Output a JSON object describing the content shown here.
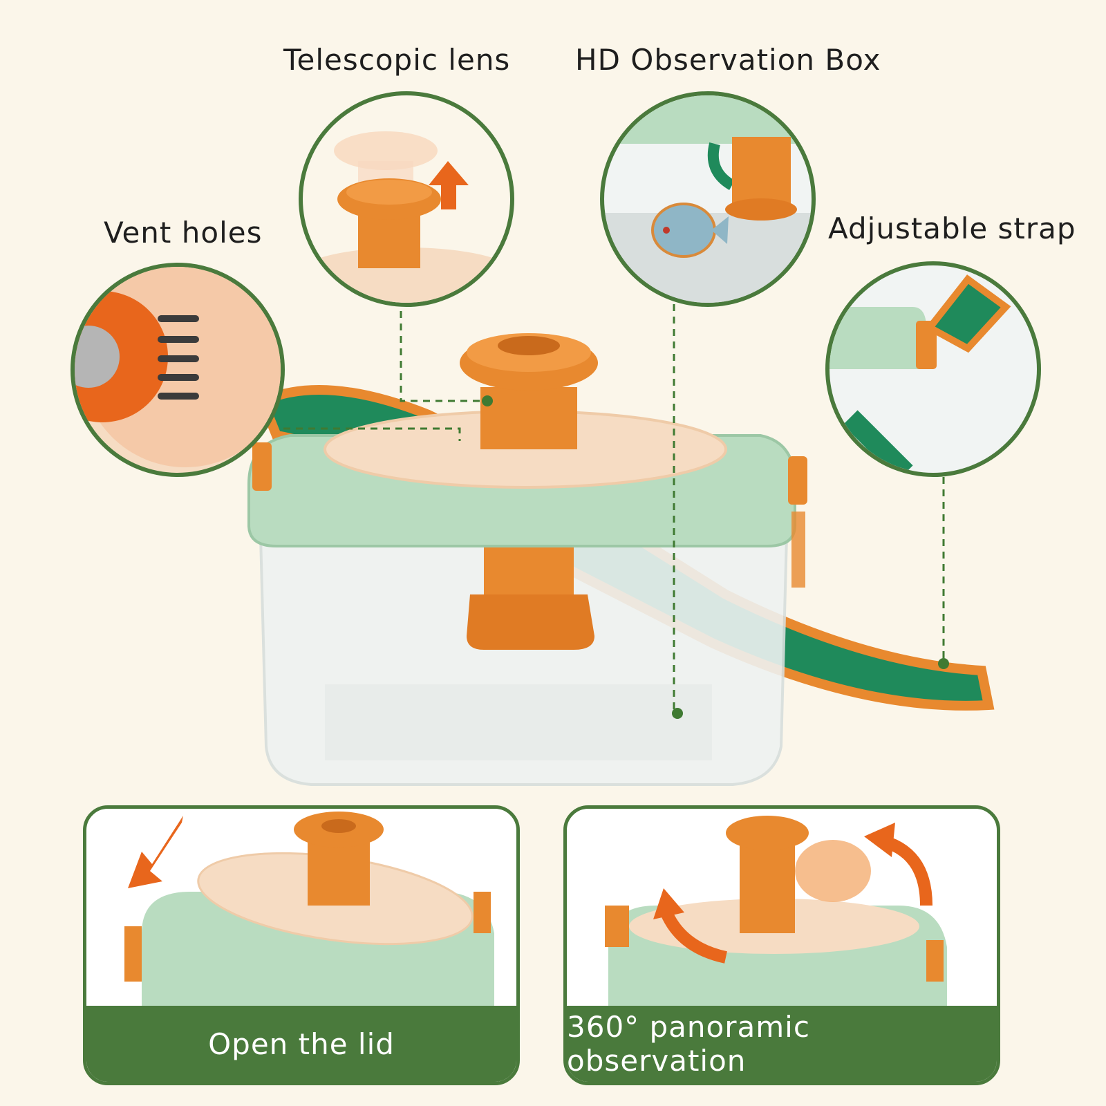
{
  "labels": {
    "telescopic_lens": "Telescopic lens",
    "hd_observation_box": "HD Observation Box",
    "vent_holes": "Vent holes",
    "adjustable_strap": "Adjustable strap"
  },
  "cards": {
    "open_lid": "Open the lid",
    "panoramic": "360° panoramic observation"
  },
  "colors": {
    "background": "#fbf6ea",
    "accent_green": "#4a7a3c",
    "orange": "#e8892f",
    "lid_green": "#b9dcc0",
    "lid_cream": "#f6dcc3"
  }
}
